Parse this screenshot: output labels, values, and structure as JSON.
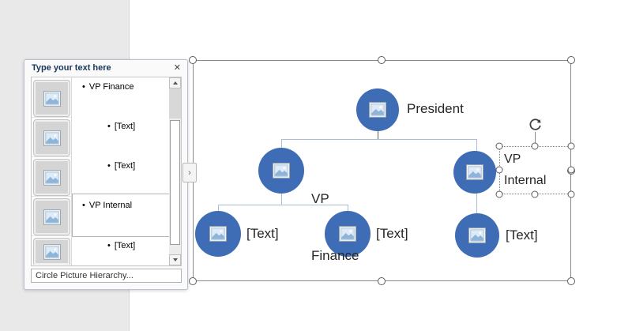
{
  "text_pane": {
    "title": "Type your text here",
    "close_icon": "✕",
    "bullet": "•",
    "items": [
      {
        "label": "VP Finance",
        "level": 1,
        "selected": false
      },
      {
        "label": "[Text]",
        "level": 2,
        "selected": false
      },
      {
        "label": "[Text]",
        "level": 2,
        "selected": false
      },
      {
        "label": "VP Internal",
        "level": 1,
        "selected": true
      },
      {
        "label": "[Text]",
        "level": 2,
        "selected": false
      }
    ],
    "footer": "Circle Picture Hierarchy..."
  },
  "toggle_chevron": "›",
  "diagram": {
    "layout_name": "Circle Picture Hierarchy",
    "nodes": {
      "president": {
        "label": "President"
      },
      "vp_finance": {
        "line1": "VP",
        "line2": "Finance"
      },
      "vp_internal": {
        "line1": "VP",
        "line2": "Internal"
      },
      "sub1": {
        "label": "[Text]"
      },
      "sub2": {
        "label": "[Text]"
      },
      "sub3": {
        "label": "[Text]"
      }
    },
    "hierarchy": {
      "President": [
        "VP Finance",
        "VP Internal"
      ],
      "VP Finance": [
        "[Text]",
        "[Text]"
      ],
      "VP Internal": [
        "[Text]"
      ]
    }
  },
  "colors": {
    "node_fill": "#3e6cb5",
    "connector": "#a9bfd9",
    "connector_dark": "#5f5f5f",
    "pane_title": "#17365d",
    "left_background": "#e9e9e9",
    "selection_outline": "#808080"
  }
}
